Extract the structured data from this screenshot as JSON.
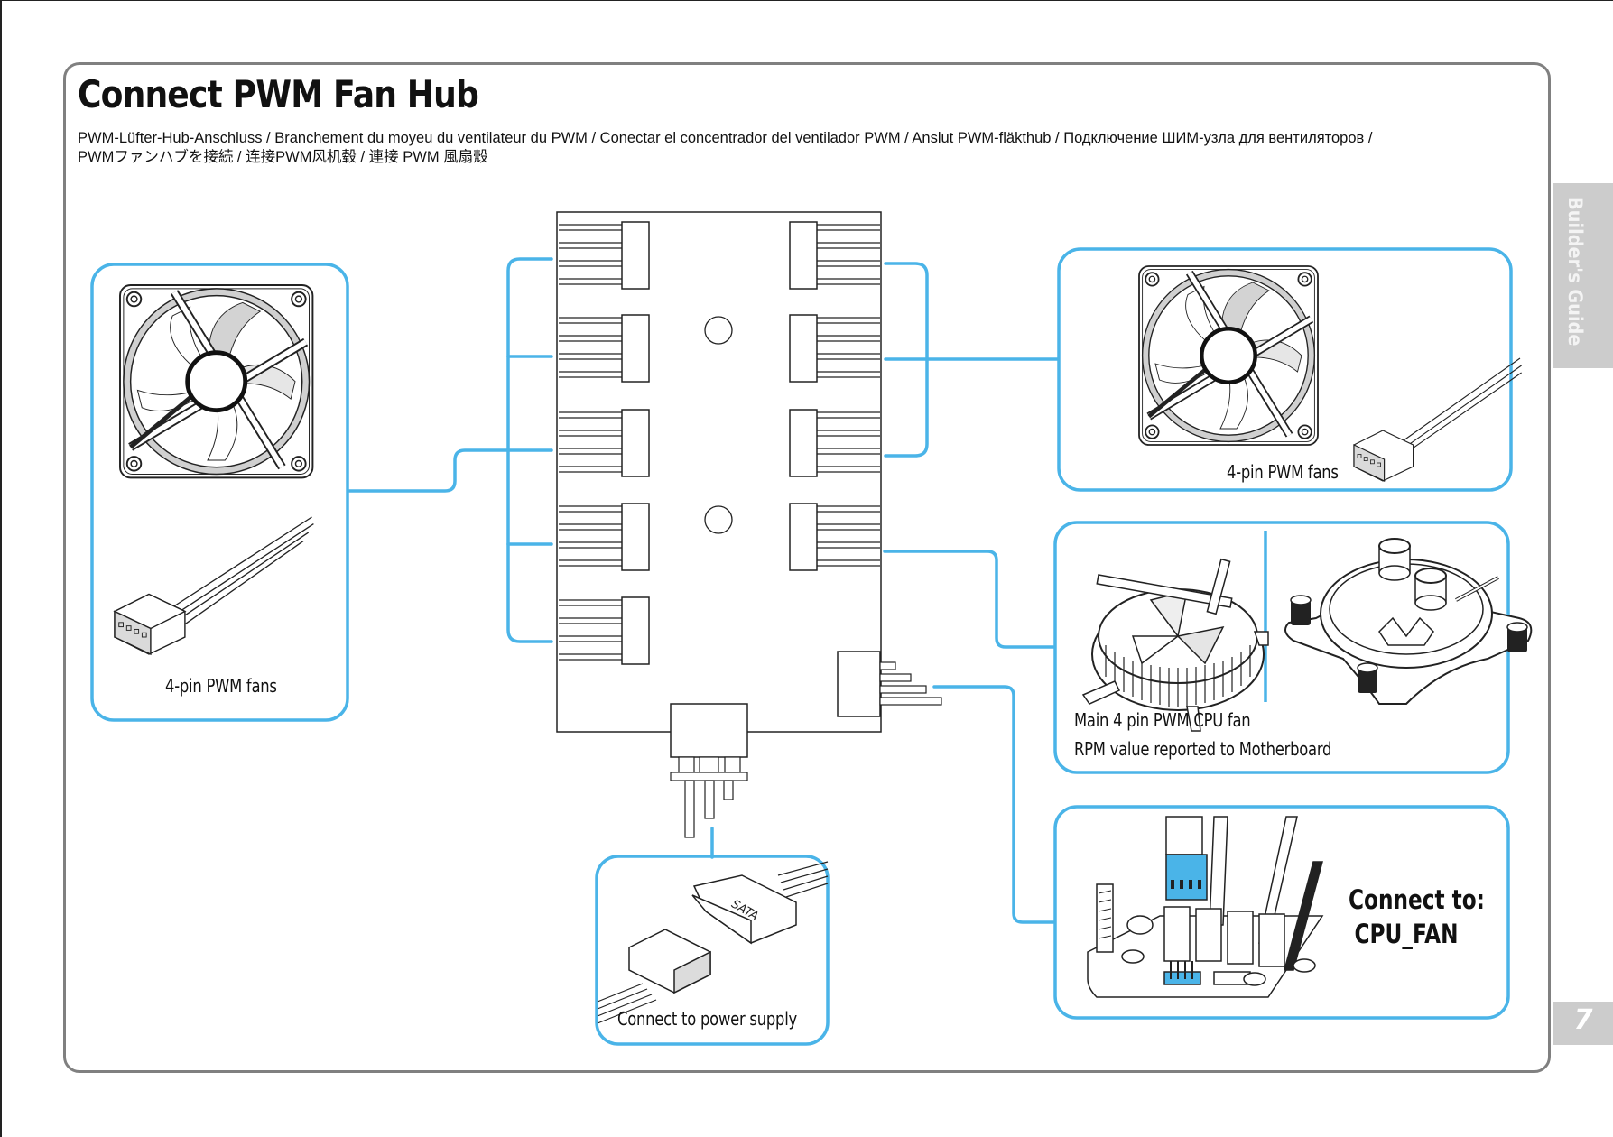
{
  "page": {
    "title": "Connect PWM Fan Hub",
    "subtitle_line1": "PWM-Lüfter-Hub-Anschluss / Branchement du moyeu du ventilateur du PWM / Conectar el concentrador del ventilador PWM / Anslut PWM-fläkthub / Подключение ШИМ-узла для вентиляторов /",
    "subtitle_line2": "PWMファンハブを接続 / 连接PWM风机毂 / 連接 PWM 風扇殼",
    "side_tab_label": "Builder's Guide",
    "page_number": "7"
  },
  "colors": {
    "accent": "#4ab4e8",
    "frame": "#808080",
    "tab": "#cccccc",
    "text": "#111111"
  },
  "panels": {
    "left_fans": {
      "label": "4-pin PWM fans",
      "icon": "case-fan-icon",
      "connector_icon": "4-pin-connector-icon"
    },
    "right_fans": {
      "label": "4-pin PWM fans",
      "icon": "case-fan-icon",
      "connector_icon": "4-pin-connector-icon"
    },
    "cpu_cooler": {
      "line1": "Main 4 pin PWM CPU fan",
      "line2": "RPM value reported to Motherboard",
      "icons": [
        "cpu-air-cooler-icon",
        "water-block-icon"
      ]
    },
    "motherboard": {
      "line1": "Connect to:",
      "line2": "CPU_FAN",
      "icon": "motherboard-header-icon"
    },
    "power": {
      "label": "Connect to power supply",
      "connector_text": "SATA",
      "icon": "sata-power-connector-icon"
    }
  },
  "hub": {
    "left_ports": 5,
    "right_ports": 4,
    "mounting_holes": 2
  }
}
